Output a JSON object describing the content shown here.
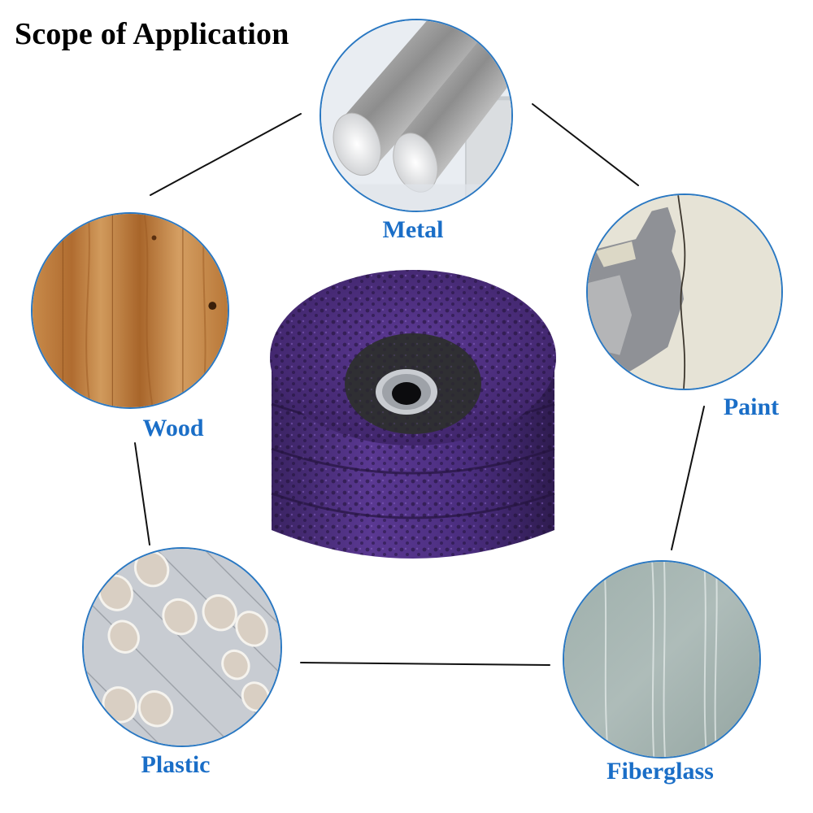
{
  "title": "Scope of Application",
  "theme": {
    "label_color": "#1a6ec7",
    "circle_border": "#2a78c2",
    "connector_color": "#111111",
    "product_color": "#4b2a7e"
  },
  "product": {
    "name": "purple-strip-disc-stack",
    "description": "Stack of purple poly strip abrasive discs with metal center hub"
  },
  "applications": [
    {
      "id": "metal",
      "label": "Metal",
      "image": "steel-rods"
    },
    {
      "id": "wood",
      "label": "Wood",
      "image": "wood-planks"
    },
    {
      "id": "paint",
      "label": "Paint",
      "image": "peeling-paint-wall"
    },
    {
      "id": "plastic",
      "label": "Plastic",
      "image": "pvc-pipes"
    },
    {
      "id": "fiberglass",
      "label": "Fiberglass",
      "image": "fiberglass-sheet"
    }
  ]
}
